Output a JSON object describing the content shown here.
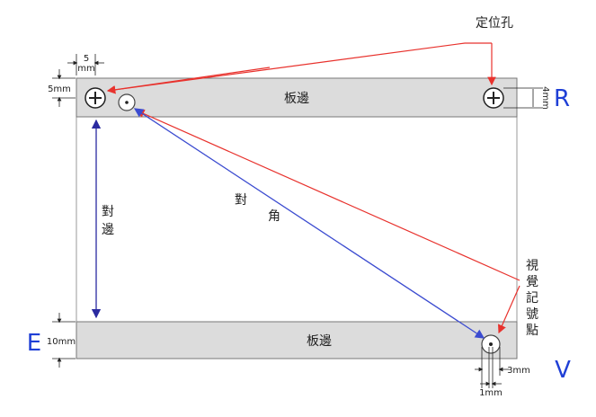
{
  "labels": {
    "locating_hole": "定位孔",
    "board_edge_top": "板邊",
    "board_edge_bottom": "板邊",
    "diagonal_char_1": "對",
    "diagonal_char_2": "角",
    "opposite_edge_char_1": "對",
    "opposite_edge_char_2": "邊",
    "fiducial_chars": [
      "視",
      "覺",
      "記",
      "號",
      "點"
    ]
  },
  "dimensions": {
    "hole_offset_value": "5",
    "hole_offset_unit": "mm",
    "top_edge_height": "5mm",
    "right_hole_size": "4mm",
    "bottom_edge_height": "10mm",
    "fiducial_size": "3mm",
    "fiducial_inner": "1mm"
  },
  "corner_letters": {
    "top_right": "R",
    "bottom_left": "E",
    "bottom_right": "V"
  },
  "colors": {
    "edge_fill": "#dcdcdc",
    "edge_stroke": "#777777",
    "red_arrow": "#e8322d",
    "blue_arrow": "#3b4bd0",
    "navy_arrow": "#2a2aa0",
    "letter_blue": "#1f3fd6"
  }
}
